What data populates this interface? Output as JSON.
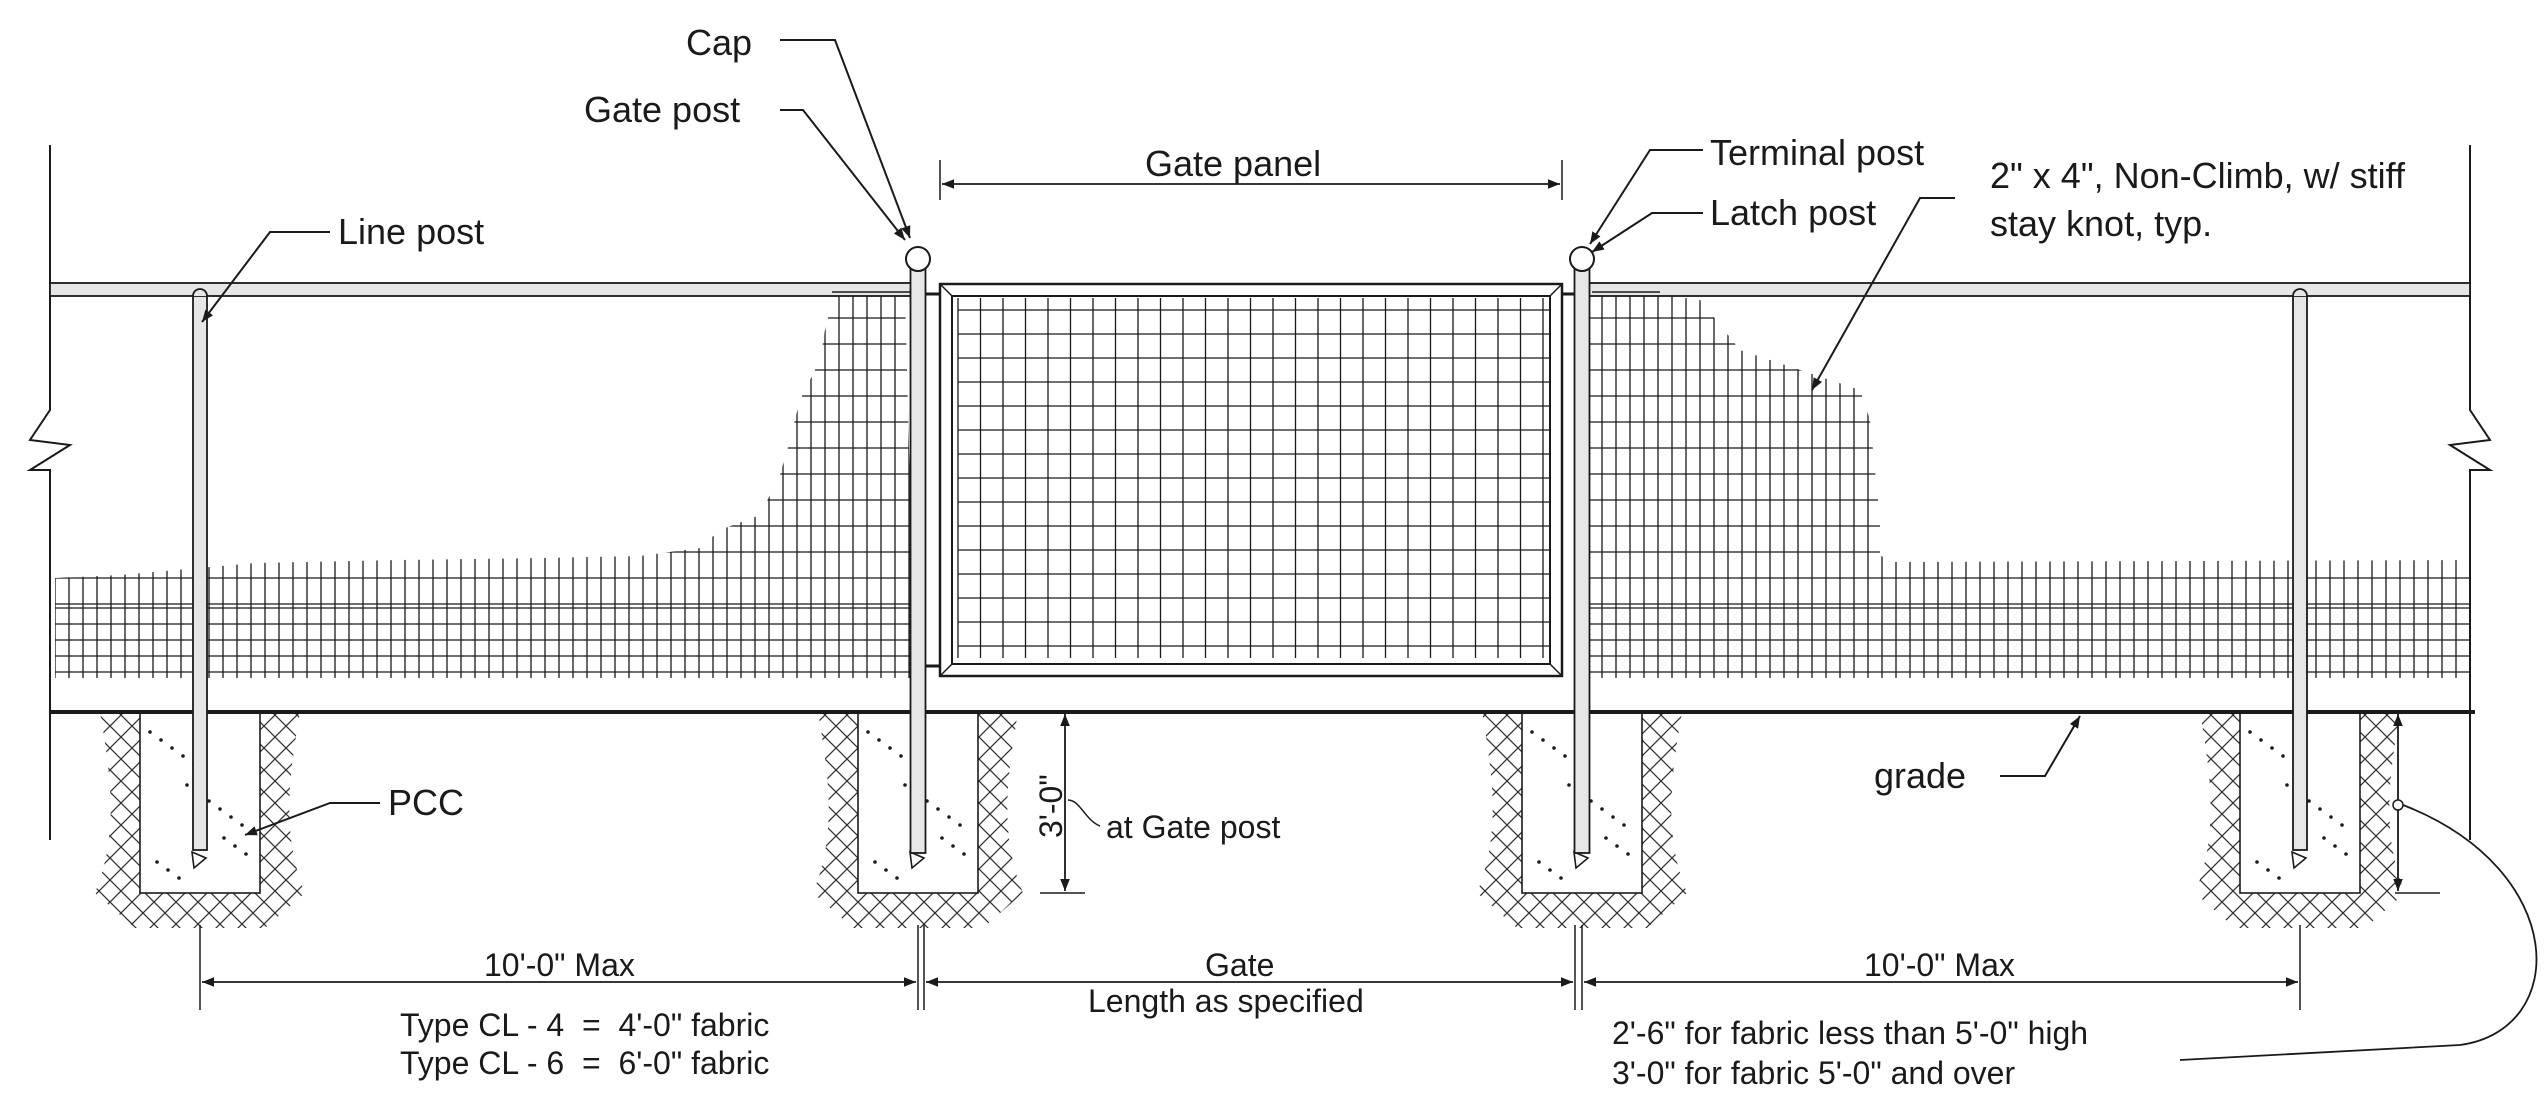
{
  "labels": {
    "cap": "Cap",
    "gate_post": "Gate post",
    "line_post": "Line post",
    "gate_panel": "Gate panel",
    "terminal_post": "Terminal post",
    "latch_post": "Latch post",
    "fabric_line1": "2\" x 4\", Non-Climb, w/ stiff",
    "fabric_line2": "stay knot, typ.",
    "pcc": "PCC",
    "depth": "3'-0\"",
    "at_gate_post": "at Gate post",
    "grade": "grade"
  },
  "dimensions": {
    "left_span": "10'-0\" Max",
    "right_span": "10'-0\" Max",
    "gate_title": "Gate",
    "gate_length": "Length as specified"
  },
  "notes": {
    "type_cl4": "Type CL - 4  =  4'-0\" fabric",
    "type_cl6": "Type CL - 6  =  6'-0\" fabric",
    "embed_short": "2'-6\" for fabric less than 5'-0\" high",
    "embed_tall": "3'-0\" for fabric 5'-0\" and over"
  },
  "colors": {
    "line": "#1a1a1a",
    "rail_fill": "#e6e6e6",
    "concrete": "#ffffff"
  }
}
